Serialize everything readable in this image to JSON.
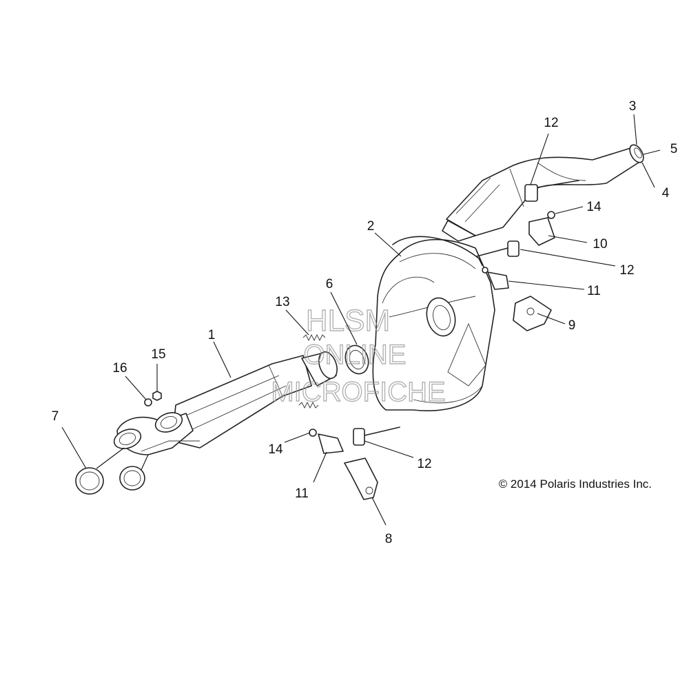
{
  "copyright": "© 2014 Polaris Industries Inc.",
  "watermark": {
    "line1": "HLSM",
    "line2": "ONLINE",
    "line3": "MICROFICHE"
  },
  "callouts": {
    "c1": "1",
    "c2": "2",
    "c3": "3",
    "c4": "4",
    "c5": "5",
    "c6": "6",
    "c7": "7",
    "c8": "8",
    "c9": "9",
    "c10": "10",
    "c11a": "11",
    "c11b": "11",
    "c12a": "12",
    "c12b": "12",
    "c12c": "12",
    "c13": "13",
    "c14a": "14",
    "c14b": "14",
    "c15": "15",
    "c16": "16"
  }
}
